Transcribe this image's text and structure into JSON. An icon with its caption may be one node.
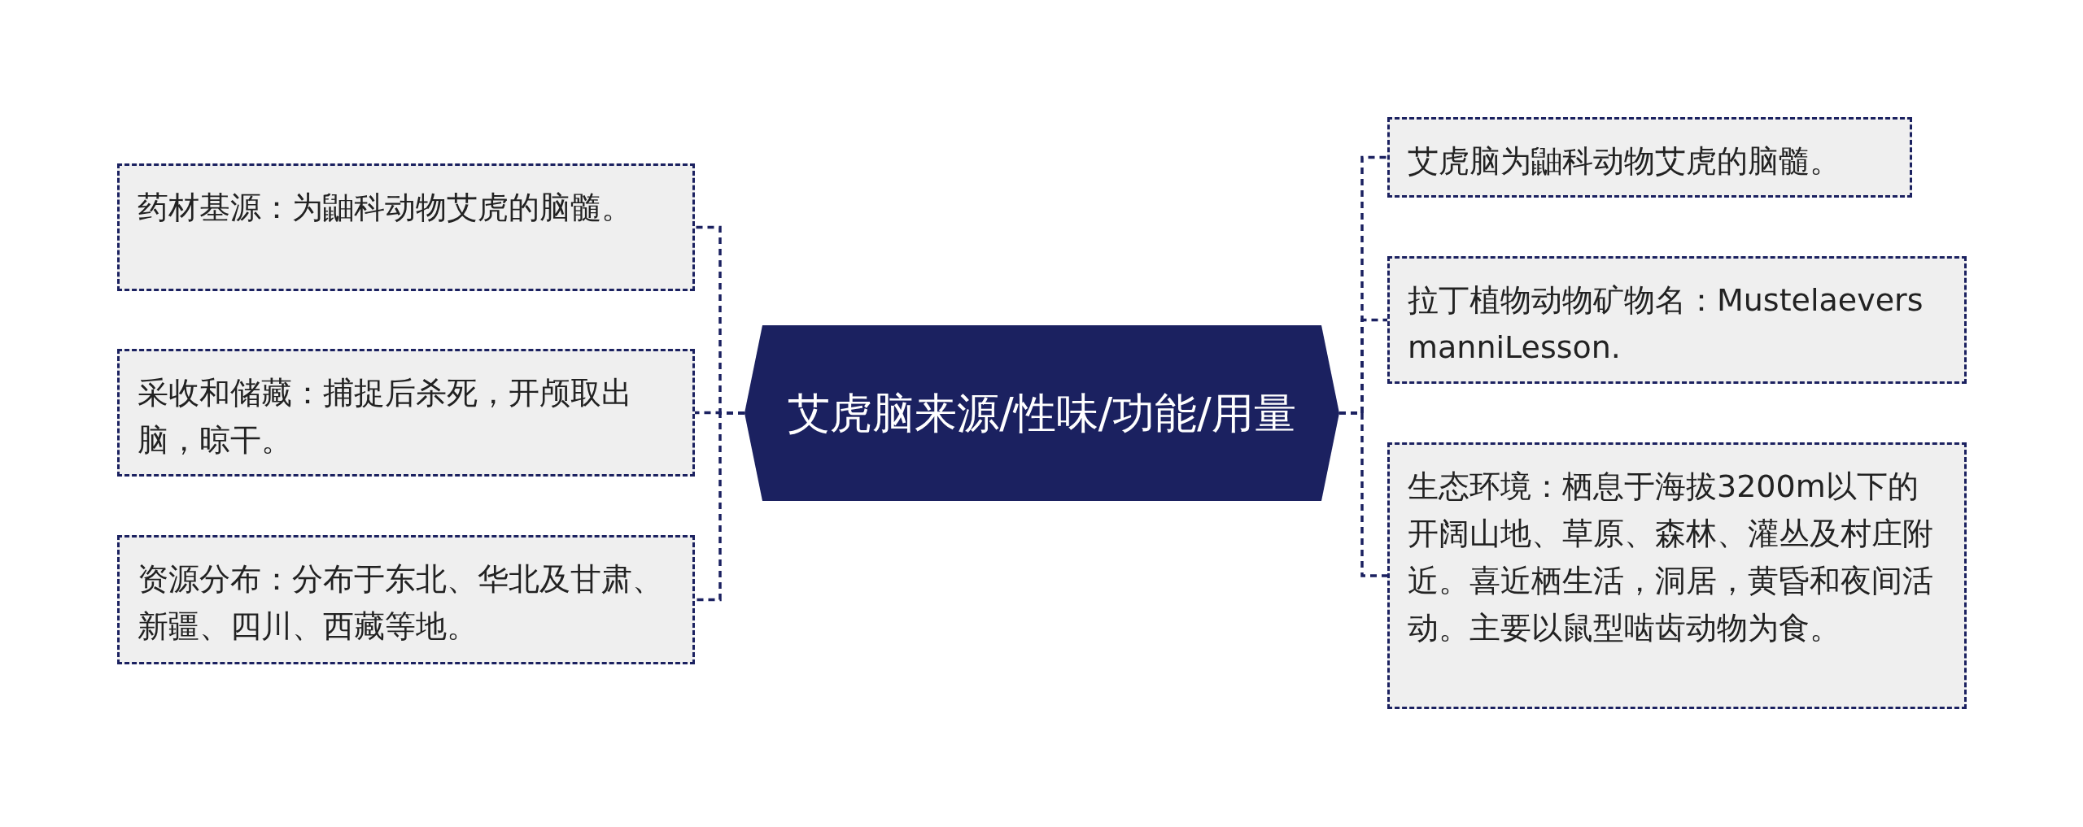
{
  "diagram": {
    "nodes": [
      {
        "text": [
          "艾虎脑来源/性味/功能/用量"
        ]
      },
      {
        "text": [
          "药材基源：为鼬科动物艾虎的脑髓。"
        ]
      },
      {
        "text": [
          "采收和储藏：捕捉后杀死，开颅取出脑，晾干。"
        ]
      },
      {
        "text": [
          "资源分布：分布于东北、华北及甘肃、新疆、四川、西藏等地。"
        ]
      },
      {
        "text": [
          "艾虎脑为鼬科动物艾虎的脑髓。"
        ]
      },
      {
        "text": [
          "拉丁植物动物矿物名：MustelaeversmanniLesson."
        ]
      },
      {
        "text": [
          "生态环境：栖息于海拔3200m以下的开阔山地、草原、森林、灌丛及村庄附近。喜近栖生活，洞居，黄昏和夜间活动。主要以鼠型啮齿动物为食。"
        ]
      }
    ],
    "edges": [
      {
        "from": 0,
        "to": 1,
        "arrow": "none",
        "style": "dashed"
      },
      {
        "from": 0,
        "to": 2,
        "arrow": "none",
        "style": "dashed"
      },
      {
        "from": 0,
        "to": 3,
        "arrow": "none",
        "style": "dashed"
      },
      {
        "from": 0,
        "to": 4,
        "arrow": "none",
        "style": "dashed"
      },
      {
        "from": 0,
        "to": 5,
        "arrow": "none",
        "style": "dashed"
      },
      {
        "from": 0,
        "to": 6,
        "arrow": "none",
        "style": "dashed"
      }
    ]
  }
}
